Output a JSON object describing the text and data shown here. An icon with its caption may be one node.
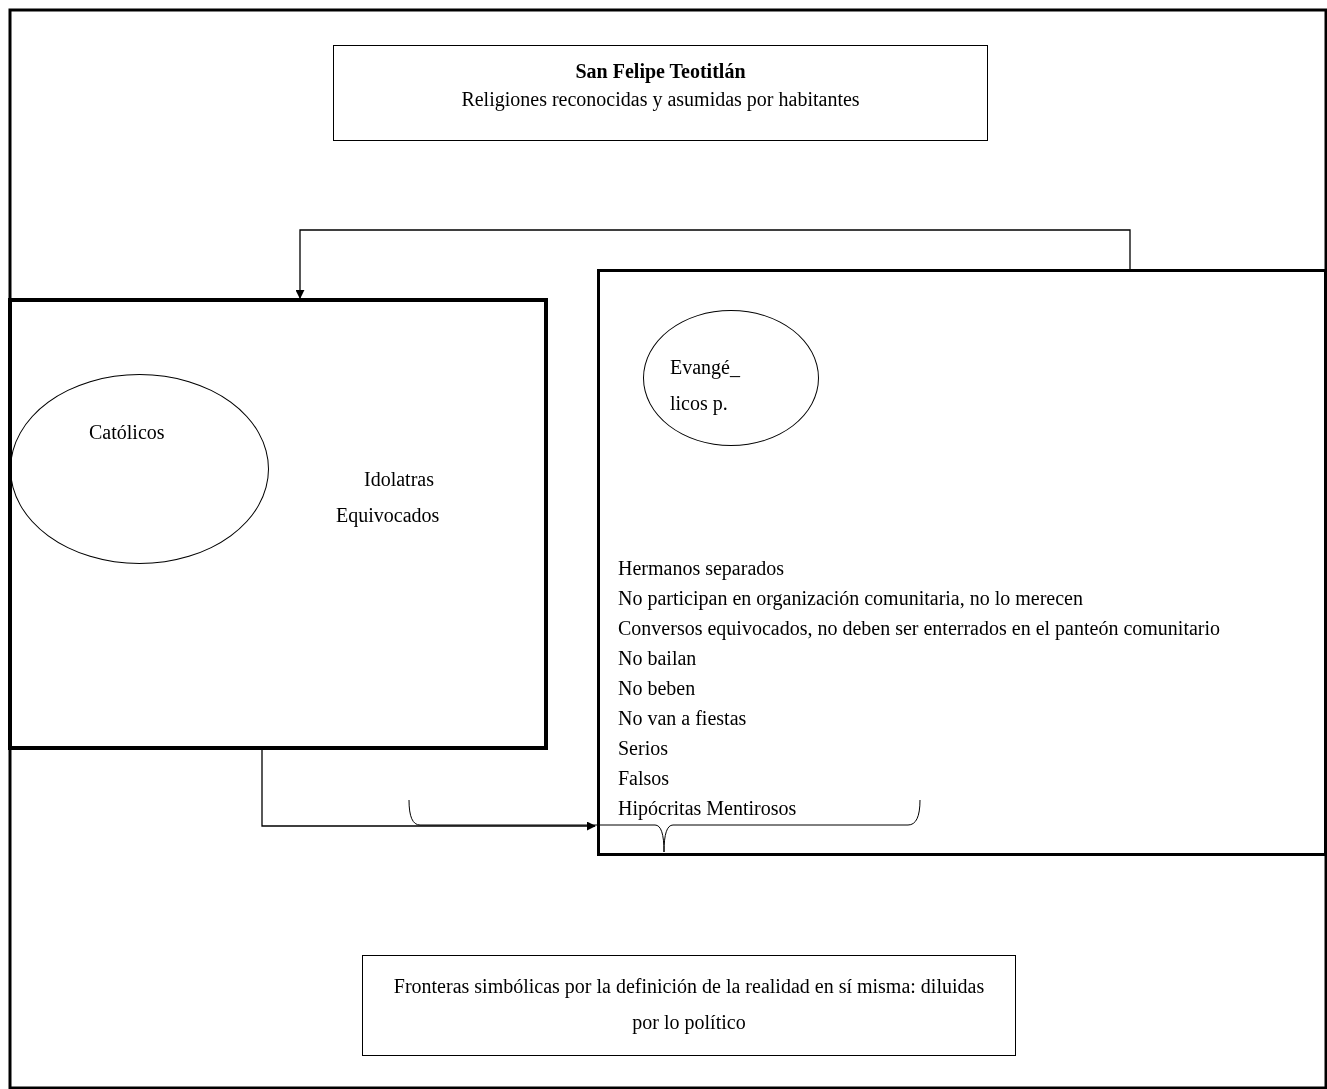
{
  "diagram": {
    "nodes": [
      {
        "text": [
          "San Felipe Teotitlán",
          "Religiones reconocidas y asumidas por habitantes"
        ]
      },
      {
        "text": [
          "Idolatras",
          "Equivocados"
        ]
      },
      {
        "text": [
          "Católicos"
        ],
        "in": 1
      },
      {
        "text": [
          "Hermanos separados",
          "No participan en organización comunitaria, no lo merecen",
          "Conversos equivocados, no deben ser enterrados en el panteón comunitario",
          "No bailan",
          "No beben",
          "No van a fiestas",
          "Serios",
          "Falsos",
          "Hipócritas Mentirosos"
        ]
      },
      {
        "text": [
          "Evangé_ licos p."
        ],
        "in": 3
      },
      {
        "text": [
          "Fronteras simbólicas por la definición de la realidad en sí misma: diluidas por lo político"
        ]
      }
    ],
    "edges": [
      {
        "from": 3,
        "to": 1,
        "arrow": "to"
      },
      {
        "from": 1,
        "to": 3,
        "arrow": "to"
      }
    ]
  }
}
